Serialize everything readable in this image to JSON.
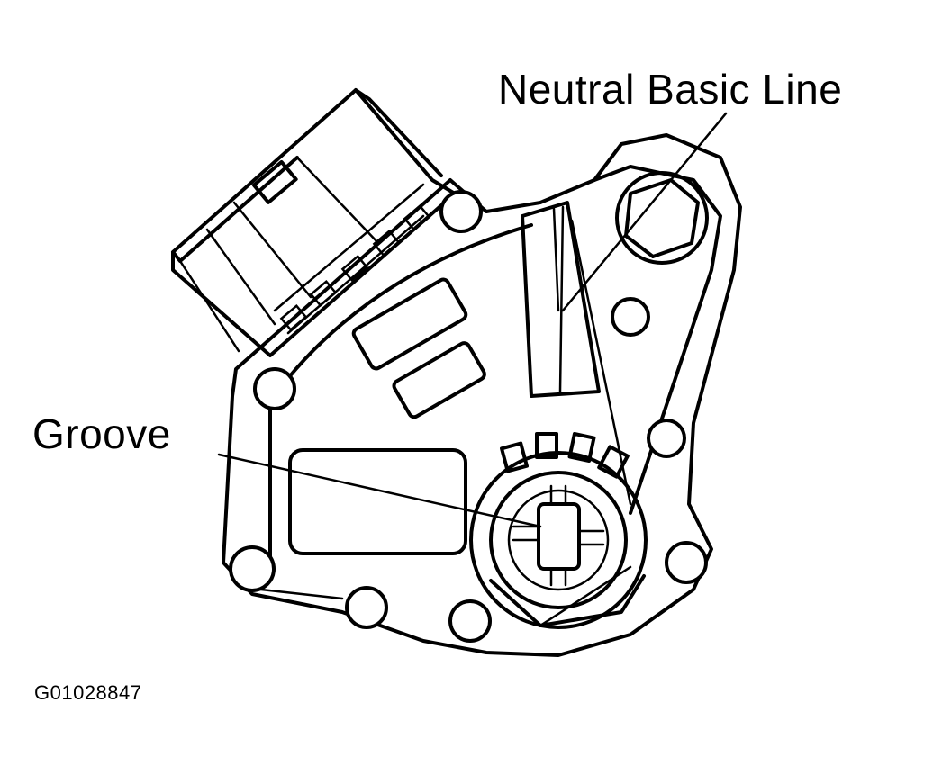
{
  "labels": {
    "neutral_basic_line": "Neutral Basic Line",
    "groove": "Groove",
    "figure_id": "G01028847"
  },
  "colors": {
    "line": "#000000",
    "background": "#ffffff"
  }
}
